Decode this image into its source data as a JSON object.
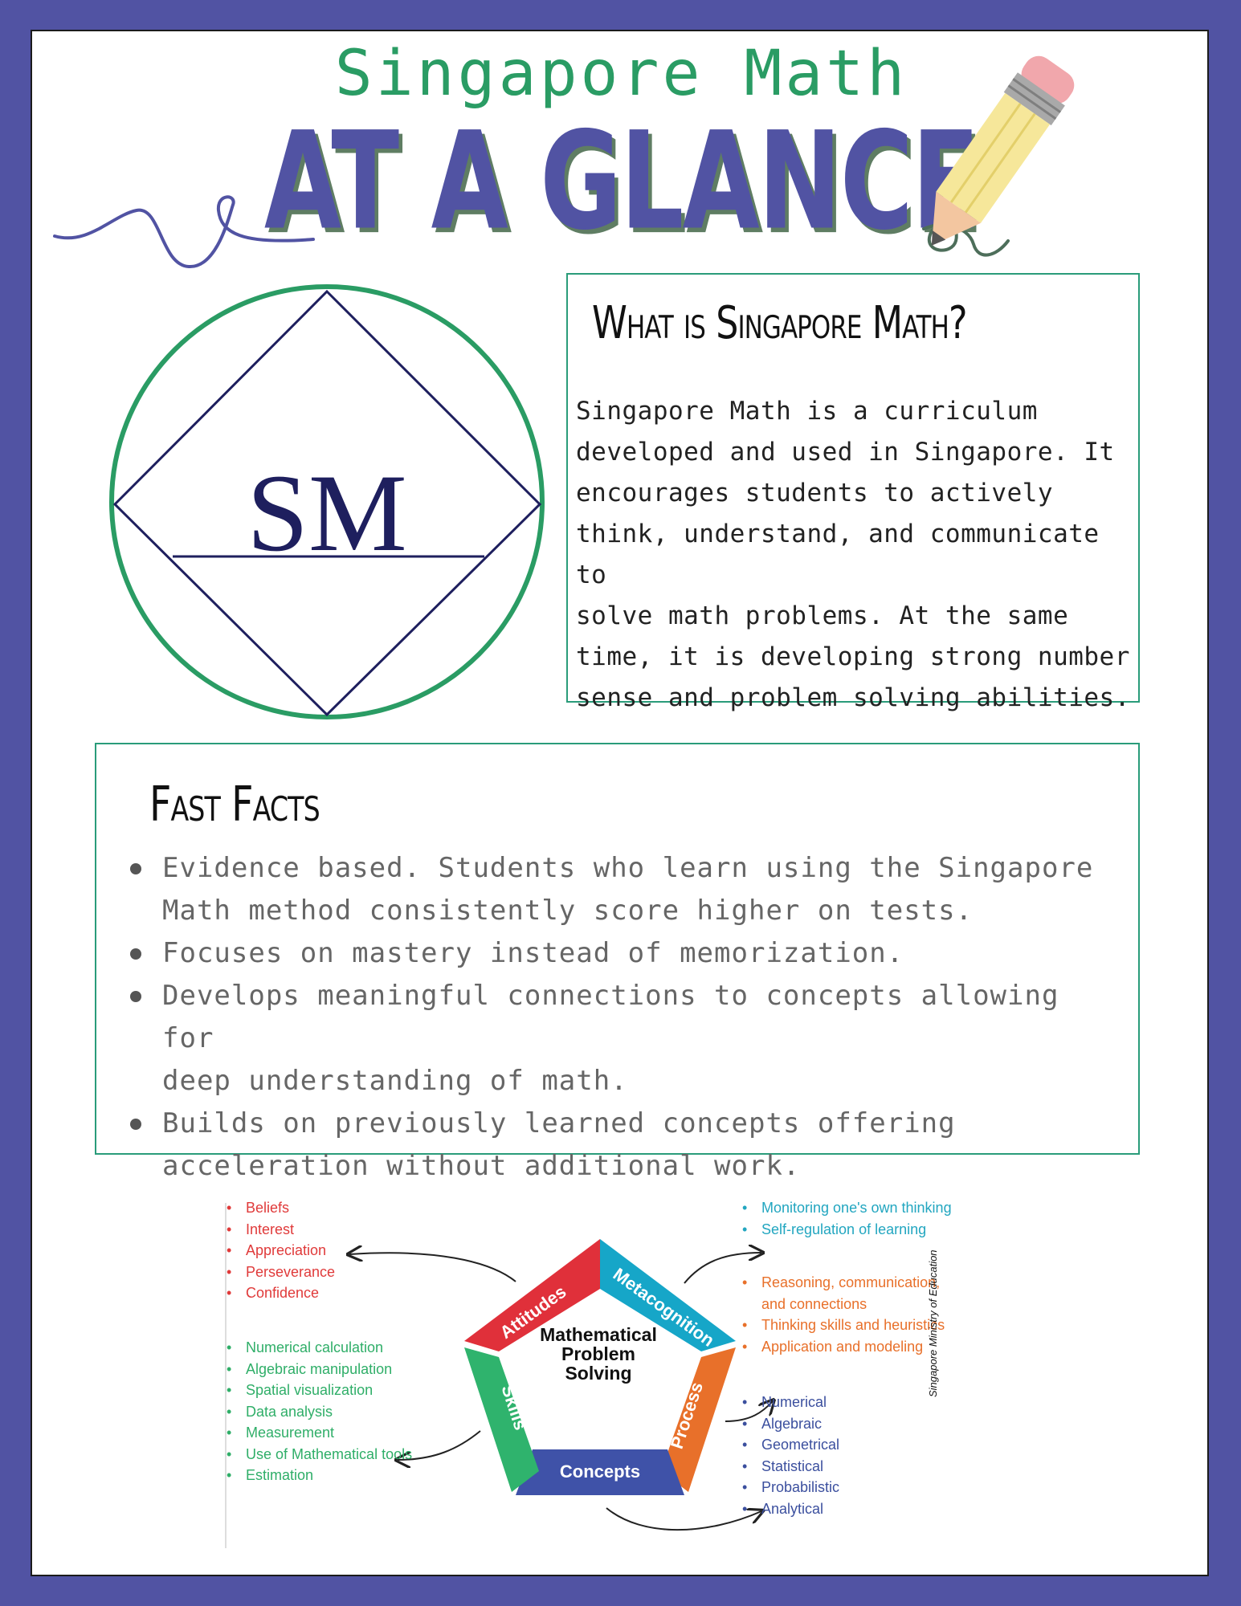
{
  "header": {
    "subtitle": "Singapore Math",
    "title": "AT A GLANCE"
  },
  "logo": {
    "text": "SM"
  },
  "what": {
    "heading": "What is Singapore Math?",
    "lines": [
      "Singapore Math is a curriculum",
      "developed and used in Singapore. It",
      "encourages students to actively",
      "think, understand, and communicate to",
      "solve math problems. At the same",
      "time, it is developing strong number",
      "sense and problem solving abilities."
    ]
  },
  "facts": {
    "heading": "Fast Facts",
    "items": [
      {
        "lines": [
          "Evidence based. Students who learn using the Singapore",
          "Math method consistently score higher on tests."
        ]
      },
      {
        "lines": [
          "Focuses on mastery instead of memorization."
        ]
      },
      {
        "lines": [
          "Develops meaningful connections to concepts allowing for",
          "deep understanding of math."
        ]
      },
      {
        "lines": [
          "Builds on previously learned concepts offering",
          "acceleration without additional work."
        ]
      }
    ]
  },
  "framework": {
    "center": [
      "Mathematical",
      "Problem",
      "Solving"
    ],
    "segments": {
      "attitudes": "Attitudes",
      "metacognition": "Metacognition",
      "process": "Process",
      "concepts": "Concepts",
      "skills": "Skills"
    },
    "attitudes_items": [
      "Beliefs",
      "Interest",
      "Appreciation",
      "Perseverance",
      "Confidence"
    ],
    "metacognition_items": [
      "Monitoring one's own thinking",
      "Self-regulation of learning"
    ],
    "process_items": [
      "Reasoning, communication,",
      "and connections",
      "Thinking skills and heuristics",
      "Application and modeling"
    ],
    "skills_items": [
      "Numerical calculation",
      "Algebraic manipulation",
      "Spatial visualization",
      "Data analysis",
      "Measurement",
      "Use of Mathematical tools",
      "Estimation"
    ],
    "concepts_items": [
      "Numerical",
      "Algebraic",
      "Geometrical",
      "Statistical",
      "Probabilistic",
      "Analytical"
    ],
    "source": "Singapore Ministry of Education"
  },
  "colors": {
    "frame": "#5153a3",
    "title": "#5153a3",
    "accent_green": "#2a9c64",
    "attitudes": "#e0303a",
    "metacognition": "#16a6c8",
    "process": "#e8702a",
    "concepts": "#3f52a8",
    "skills": "#2fb36d"
  }
}
